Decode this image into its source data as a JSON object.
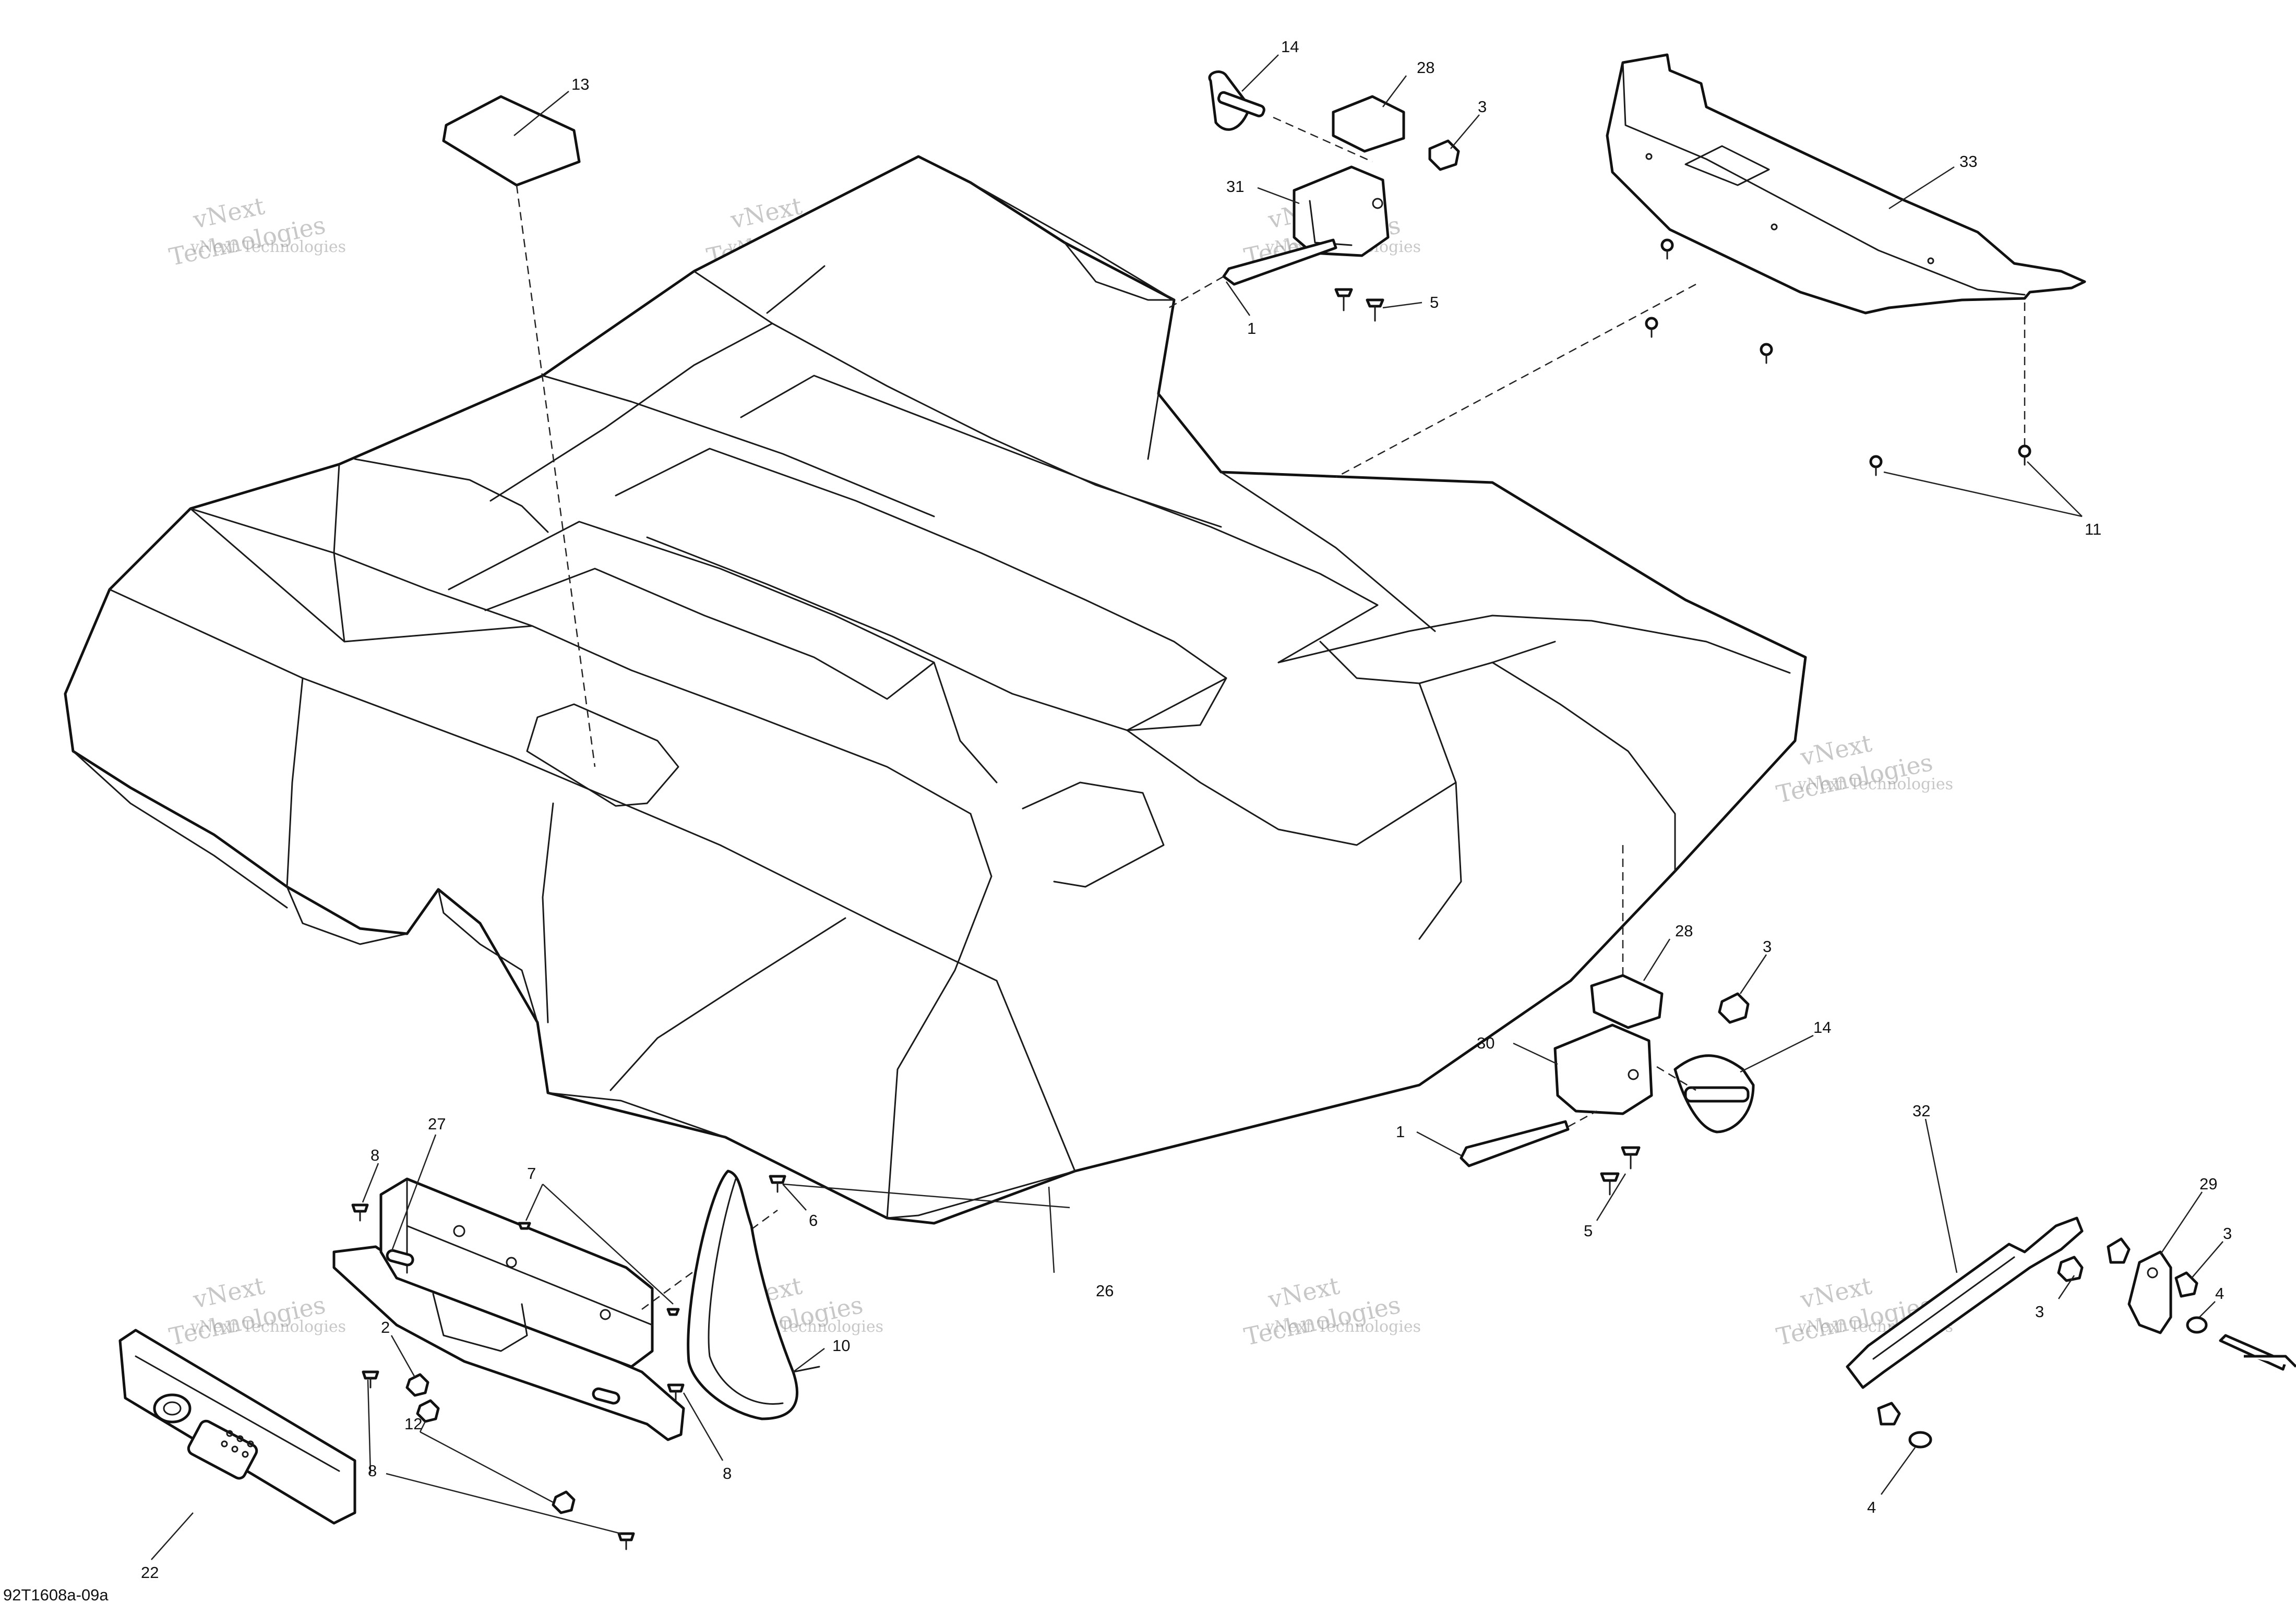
{
  "drawing_ref": "92T1608a-09a",
  "watermark": {
    "line1": "vNext",
    "line2": "Technologies",
    "inline": "vNext Technologies"
  },
  "callouts": {
    "c1a": "1",
    "c1b": "1",
    "c2": "2",
    "c3a": "3",
    "c3b": "3",
    "c3c": "3",
    "c3d": "3",
    "c4a": "4",
    "c4b": "4",
    "c5a": "5",
    "c5b": "5",
    "c6": "6",
    "c7": "7",
    "c8a": "8",
    "c8b": "8",
    "c8c": "8",
    "c10": "10",
    "c11": "11",
    "c12": "12",
    "c13": "13",
    "c14a": "14",
    "c14b": "14",
    "c22": "22",
    "c26": "26",
    "c27": "27",
    "c28a": "28",
    "c28b": "28",
    "c29": "29",
    "c30": "30",
    "c31": "31",
    "c32": "32",
    "c33": "33"
  },
  "colors": {
    "line": "#1a1a1a",
    "watermark": "#9a9a9a",
    "background": "#ffffff"
  }
}
